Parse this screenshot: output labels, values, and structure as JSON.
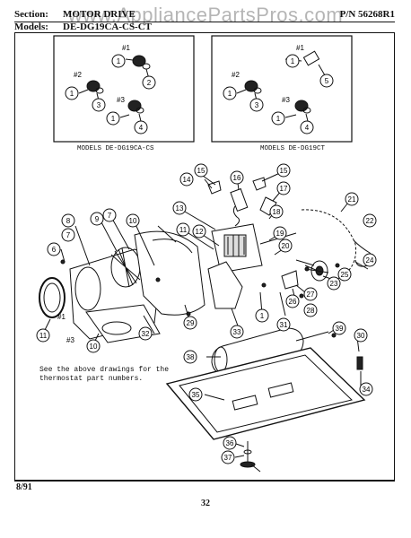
{
  "header": {
    "section_label": "Section:",
    "section_value": "MOTOR DRIVE",
    "pn_label": "P/N 56268R1",
    "models_label": "Models:",
    "models_value": "DE-DG19CA-CS-CT"
  },
  "watermark": "www.AppliancePartsPros.com",
  "inset_left": {
    "caption": "MODELS DE-DG19CA-CS",
    "markers": [
      "#1",
      "#2",
      "#3"
    ],
    "callouts": [
      "1",
      "2",
      "1",
      "3",
      "1",
      "4"
    ]
  },
  "inset_right": {
    "caption": "MODELS DE-DG19CT",
    "markers": [
      "#1",
      "#2",
      "#3"
    ],
    "callouts": [
      "1",
      "5",
      "1",
      "3",
      "1",
      "4"
    ]
  },
  "main": {
    "callouts": [
      "15",
      "16",
      "15",
      "14",
      "17",
      "13",
      "18",
      "21",
      "22",
      "8",
      "9",
      "7",
      "10",
      "11",
      "12",
      "19",
      "20",
      "6",
      "7",
      "24",
      "23",
      "25",
      "27",
      "26",
      "28",
      "1",
      "31",
      "29",
      "33",
      "11",
      "32",
      "10",
      "39",
      "30",
      "38",
      "34",
      "35",
      "36",
      "37"
    ],
    "markers": [
      "#1",
      "#3"
    ],
    "note": "See the above drawings for the thermostat part numbers."
  },
  "footer": {
    "date": "8/91",
    "page": "32"
  }
}
